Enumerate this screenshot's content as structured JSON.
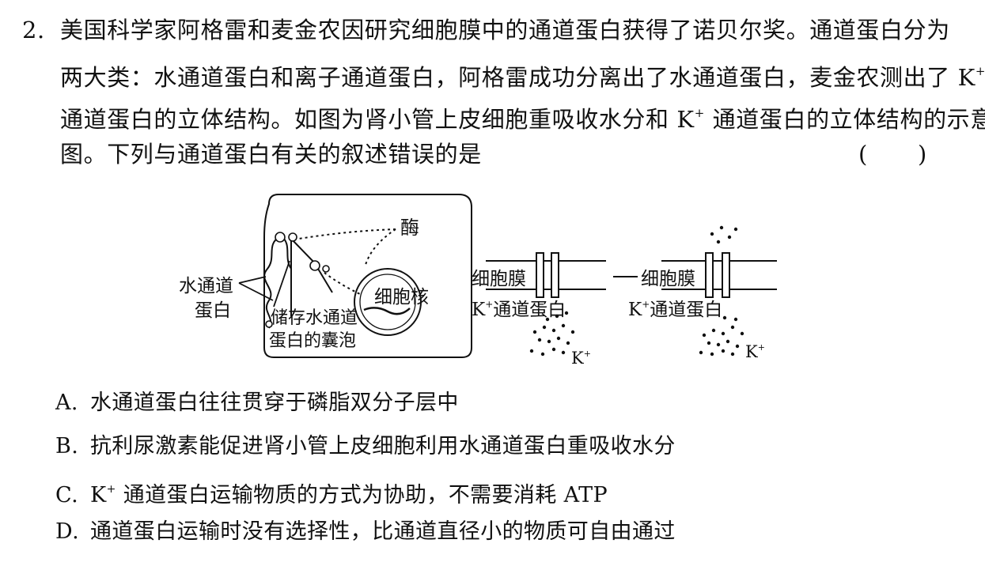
{
  "question": {
    "number": "2.",
    "line1": "美国科学家阿格雷和麦金农因研究细胞膜中的通道蛋白获得了诺贝尔奖。通道蛋白分为",
    "line2_main": "两大类：水通道蛋白和离子通道蛋白，阿格雷成功分离出了水通道蛋白，麦金农测出了 K",
    "line3_pre": "通道蛋白的立体结构。如图为肾小管上皮细胞重吸收水分和 K",
    "line3_post": " 通道蛋白的立体结构的示意",
    "line4": "图。下列与通道蛋白有关的叙述错误的是",
    "sup_plus": "+",
    "paren_left": "(",
    "paren_right": ")"
  },
  "figure": {
    "enzyme_label": "酶",
    "water_channel_label_1": "水通道",
    "water_channel_label_2": "蛋白",
    "nucleus_label": "细胞核",
    "vesicle_label_1": "储存水通道",
    "vesicle_label_2": "蛋白的囊泡",
    "membrane_label_1": "细胞膜",
    "channel_label_1": "K",
    "channel_label_1_rest": "通道蛋白",
    "ion_label_1": "K",
    "membrane_label_2": "细胞膜",
    "channel_label_2": "K",
    "channel_label_2_rest": "通道蛋白",
    "ion_label_2": "K",
    "sup_plus": "+"
  },
  "options": [
    {
      "letter": "A.",
      "text": "水通道蛋白往往贯穿于磷脂双分子层中"
    },
    {
      "letter": "B.",
      "text": "抗利尿激素能促进肾小管上皮细胞利用水通道蛋白重吸收水分"
    },
    {
      "letter": "C.",
      "text_pre": "K",
      "sup": "+",
      "text_post": " 通道蛋白运输物质的方式为协助，不需要消耗 ATP"
    },
    {
      "letter": "D.",
      "text": "通道蛋白运输时没有选择性，比通道直径小的物质可自由通过"
    }
  ]
}
